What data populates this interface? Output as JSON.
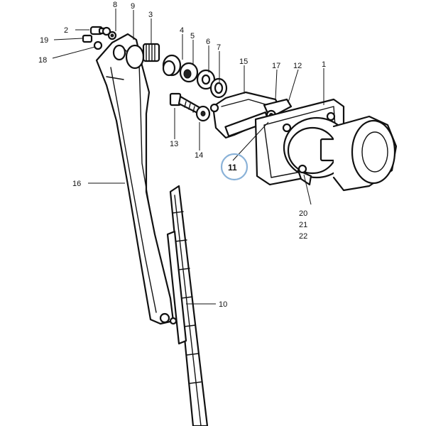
{
  "diagram": {
    "highlight": {
      "number": "11",
      "color": "#8ab2d8"
    },
    "callouts": {
      "c1": "1",
      "c2": "2",
      "c3": "3",
      "c4": "4",
      "c5": "5",
      "c6": "6",
      "c7": "7",
      "c8": "8",
      "c9": "9",
      "c10": "10",
      "c12": "12",
      "c13": "13",
      "c14": "14",
      "c15": "15",
      "c16": "16",
      "c17": "17",
      "c18": "18",
      "c19": "19",
      "c20": "20",
      "c21": "21",
      "c22": "22"
    }
  }
}
